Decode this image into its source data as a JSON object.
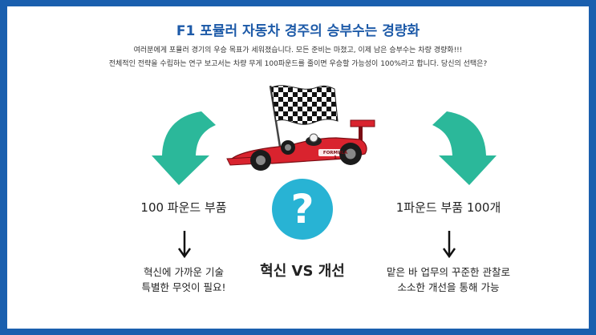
{
  "title": "F1 포뮬러 자동차 경주의 승부수는 경량화",
  "subtitle_line1": "여러분에게 포뮬러 경기의 우승 목표가 세워졌습니다. 모든 준비는 마쳤고, 이제 남은 승부수는 차량 경량화!!!",
  "subtitle_line2": "전체적인 전략을 수립하는 연구 보고서는 차량 무게 100파운드를 줄이면 우승할 가능성이 100%라고 합니다. 당신의 선택은?",
  "left": {
    "heading": "100 파운드 부품",
    "desc_line1": "혁신에 가까운 기술",
    "desc_line2": "특별한 무엇이 필요!"
  },
  "right": {
    "heading": "1파운드 부품 100개",
    "desc_line1": "맡은 바 업무의 꾸준한 관찰로",
    "desc_line2": "소소한 개선을 통해 가능"
  },
  "center": {
    "question_mark": "?",
    "versus": "혁신 VS 개선"
  },
  "car": {
    "badge_text": "FORMULA 1"
  },
  "colors": {
    "border": "#1a5fae",
    "title": "#1d5aa8",
    "arrow_green": "#2bb89a",
    "question_circle": "#28b3d4",
    "car_red": "#d9232e"
  },
  "icons": {
    "left_curve_arrow": "curved-down-arrow-icon",
    "right_curve_arrow": "curved-down-arrow-icon",
    "down_arrows": "down-arrow-icon",
    "flag": "checkered-flag-icon",
    "car": "race-car-icon"
  }
}
